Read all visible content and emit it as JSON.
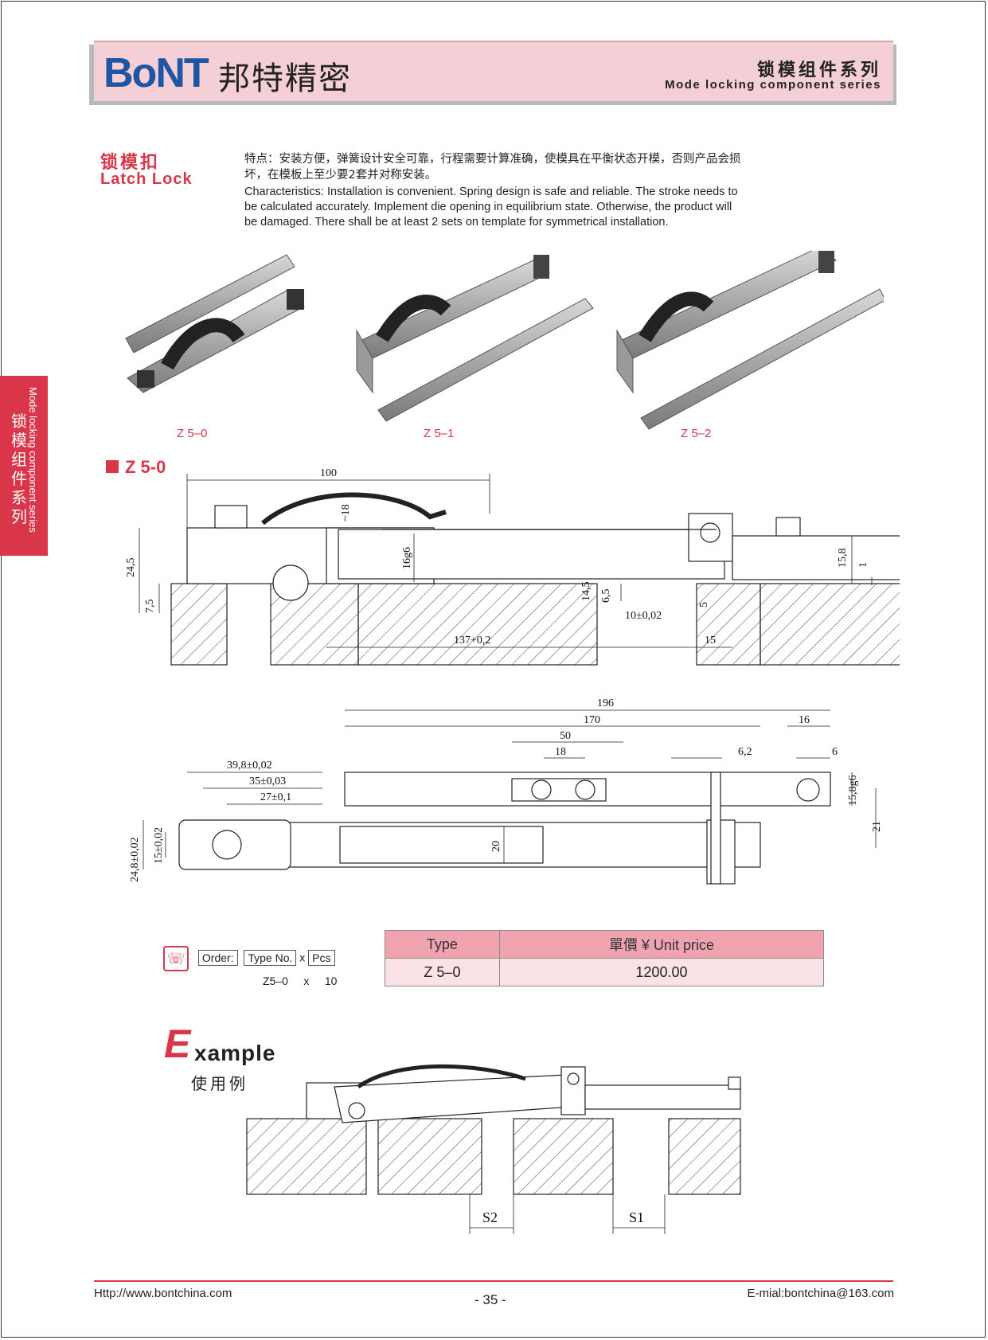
{
  "header": {
    "logo": "BoNT",
    "logo_cn": "邦特精密",
    "series_cn": "锁模组件系列",
    "series_en": "Mode locking component series"
  },
  "side_tab": {
    "cn": "锁模组件系列",
    "en": "Mode locking component series"
  },
  "section": {
    "title_cn": "锁模扣",
    "title_en": "Latch Lock",
    "desc_cn": "特点：安装方便，弹簧设计安全可靠，行程需要计算准确，使模具在平衡状态开模，否则产品会损坏，在模板上至少要2套并对称安装。",
    "desc_en": "Characteristics: Installation is convenient. Spring design is safe and reliable. The stroke needs to be calculated accurately. Implement die opening in equilibrium state. Otherwise, the product will be damaged. There shall be at least 2 sets on template for symmetrical installation."
  },
  "products": [
    {
      "caption": "Z 5–0"
    },
    {
      "caption": "Z 5–1"
    },
    {
      "caption": "Z 5–2"
    }
  ],
  "drawing_title": "Z 5-0",
  "dims": {
    "d100": "100",
    "d18": "~18",
    "d16g6": "16g6",
    "d24_5": "24,5",
    "d7_5": "7,5",
    "d15_8": "15,8",
    "d1": "1",
    "d14_5": "14,5",
    "d6_5": "6,5",
    "d10": "10±0,02",
    "d5": "5",
    "d137": "137+0,2",
    "d15": "15",
    "d196": "196",
    "d170": "170",
    "d16": "16",
    "d50": "50",
    "d18b": "18",
    "d6_2": "6,2",
    "d6": "6",
    "d39_8": "39,8±0,02",
    "d35": "35±0,03",
    "d27": "27±0,1",
    "d15_8g6": "15,8g6",
    "d21": "21",
    "d24_8": "24,8±0,02",
    "d15b": "15±0,02",
    "d20": "20"
  },
  "order": {
    "label": "Order:",
    "type_no": "Type No.",
    "x": "x",
    "pcs": "Pcs",
    "example_type": "Z5–0",
    "example_x": "x",
    "example_qty": "10"
  },
  "price_table": {
    "headers": [
      "Type",
      "單價 ¥ Unit price"
    ],
    "rows": [
      [
        "Z 5–0",
        "1200.00"
      ]
    ]
  },
  "example": {
    "E": "E",
    "rest": "xample",
    "cn": "使用例",
    "s1": "S1",
    "s2": "S2"
  },
  "footer": {
    "url": "Http://www.bontchina.com",
    "page": "- 35 -",
    "email": "E-mial:bontchina@163.com"
  },
  "colors": {
    "accent": "#d9364a",
    "header_bg": "#f5cfd6",
    "logo_blue": "#1f56a3",
    "table_head": "#efa3ae",
    "table_body": "#fbe2e6"
  }
}
